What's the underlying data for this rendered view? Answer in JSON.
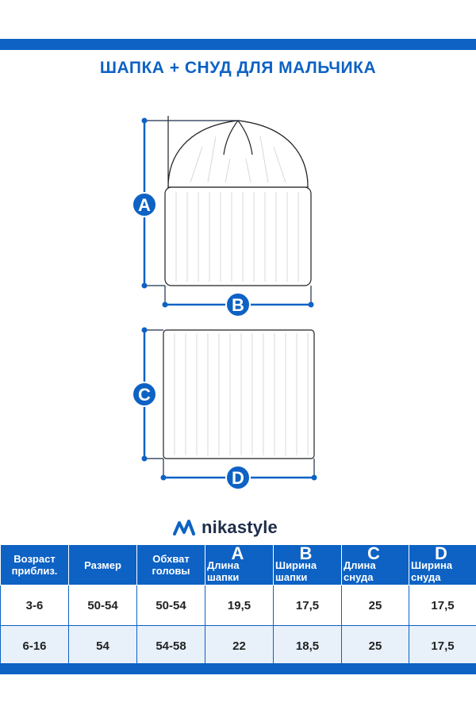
{
  "title": "ШАПКА + СНУД ДЛЯ МАЛЬЧИКА",
  "colors": {
    "accent": "#0d62c4",
    "brand_text": "#1f2d4a"
  },
  "diagram": {
    "labels": {
      "a": "A",
      "b": "B",
      "c": "C",
      "d": "D"
    }
  },
  "brand": {
    "name": "nikastyle",
    "logo_icon": "nikastyle-wave-logo-icon"
  },
  "table": {
    "headers": [
      {
        "letter": "",
        "text": "Возраст приблиз."
      },
      {
        "letter": "",
        "text": "Размер"
      },
      {
        "letter": "",
        "text": "Обхват головы"
      },
      {
        "letter": "A",
        "text": "Длина шапки"
      },
      {
        "letter": "B",
        "text": "Ширина шапки"
      },
      {
        "letter": "C",
        "text": "Длина снуда"
      },
      {
        "letter": "D",
        "text": "Ширина снуда"
      }
    ],
    "rows": [
      [
        "3-6",
        "50-54",
        "50-54",
        "19,5",
        "17,5",
        "25",
        "17,5"
      ],
      [
        "6-16",
        "54",
        "54-58",
        "22",
        "18,5",
        "25",
        "17,5"
      ]
    ]
  }
}
